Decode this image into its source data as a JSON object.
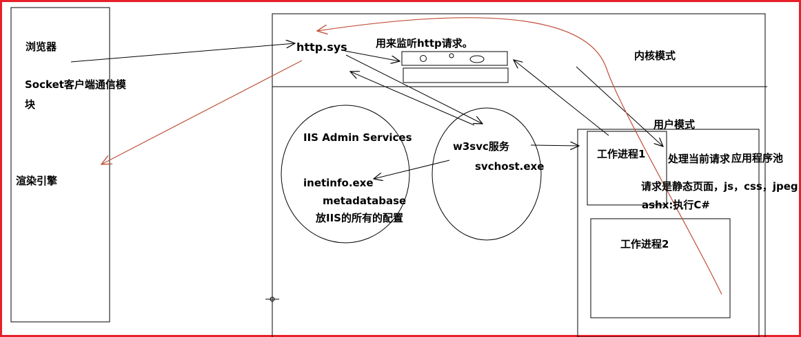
{
  "browser": {
    "title": "浏览器",
    "socket_line1": "Socket客户端通信模",
    "socket_line2": "块",
    "render": "渲染引擎"
  },
  "server": {
    "http_sys": "http.sys",
    "listen_note": "用来监听http请求。",
    "kernel_mode": "内核模式",
    "user_mode": "用户模式",
    "iis_admin": "IIS Admin Services",
    "inetinfo": "inetinfo.exe",
    "metadatabase": "metadatabase",
    "iis_config": "放IIS的所有的配置",
    "w3svc": "w3svc服务",
    "svchost": "svchost.exe",
    "worker1": "工作进程1",
    "handle_request": "处理当前请求",
    "app_pool": "应用程序池",
    "static_request": "请求是静态页面，js，css，jpeg",
    "ashx": "ashx:执行C#",
    "worker2": "工作进程2"
  },
  "colors": {
    "frame": "#e8202a",
    "red_arrow": "#c0503a",
    "line": "#000000"
  }
}
